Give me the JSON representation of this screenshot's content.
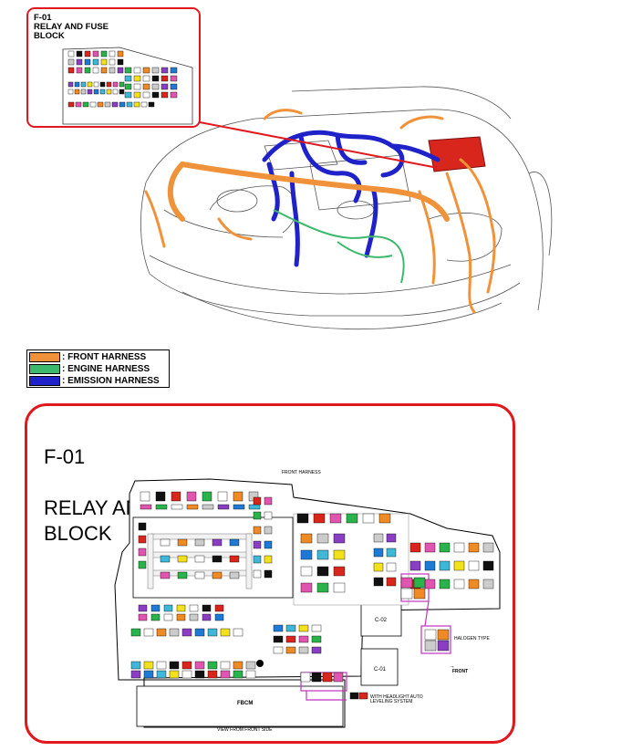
{
  "inset": {
    "code": "F-01",
    "title_line1": "RELAY AND FUSE",
    "title_line2": "BLOCK"
  },
  "legend": [
    {
      "label": ": FRONT HARNESS",
      "color": "#f0923a"
    },
    {
      "label": ": ENGINE HARNESS",
      "color": "#3cb96c"
    },
    {
      "label": ": EMISSION HARNESS",
      "color": "#1f22c8"
    }
  ],
  "panel": {
    "code": "F-01",
    "title": "RELAY AND FUSE\nBLOCK",
    "front_harness": "FRONT HARNESS",
    "c02": "C-02",
    "c01": "C-01",
    "fbcm": "FBCM",
    "view_note": "VIEW FROM FRONT SIDE",
    "halogen": "HALOGEN TYPE",
    "front": "FRONT",
    "headlight": "WITH HEADLIGHT AUTO LEVELING SYSTEM"
  },
  "colors": {
    "accent_red": "#e0191e",
    "magenta": "#c232c0",
    "cell_red": "#d9261c"
  }
}
